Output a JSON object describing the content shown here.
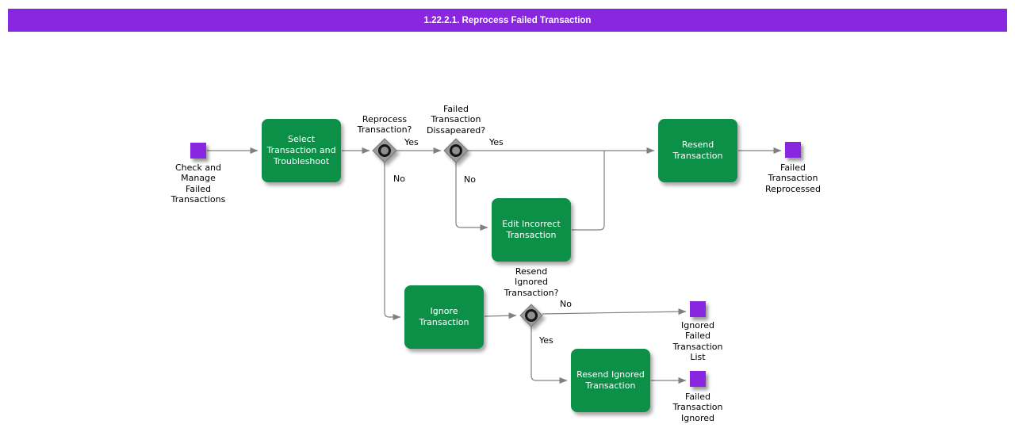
{
  "title": "1.22.2.1. Reprocess Failed Transaction",
  "colors": {
    "header_bar": "#8826E0",
    "event_square": "#8826E0",
    "task_box": "#0C9048",
    "connector_line": "#808080",
    "gateway_fill": "#9A9A9A",
    "text": "#000000",
    "task_text": "#ffffff"
  },
  "events": {
    "start": {
      "label": "Check and\nManage\nFailed\nTransactions"
    },
    "reprocessed": {
      "label": "Failed\nTransaction\nReprocessed"
    },
    "ignored_list": {
      "label": "Ignored\nFailed\nTransaction\nList"
    },
    "ignored": {
      "label": "Failed\nTransaction\nIgnored"
    }
  },
  "tasks": {
    "select": {
      "label": "Select\nTransaction and\nTroubleshoot"
    },
    "resend": {
      "label": "Resend\nTransaction"
    },
    "edit": {
      "label": "Edit Incorrect\nTransaction"
    },
    "ignore": {
      "label": "Ignore\nTransaction"
    },
    "resend_ignored": {
      "label": "Resend Ignored\nTransaction"
    }
  },
  "gateways": {
    "reprocess": {
      "label": "Reprocess\nTransaction?",
      "yes": "Yes",
      "no": "No"
    },
    "disappeared": {
      "label": "Failed\nTransaction\nDissapeared?",
      "yes": "Yes",
      "no": "No"
    },
    "resend_ignored": {
      "label": "Resend\nIgnored\nTransaction?",
      "yes": "Yes",
      "no": "No"
    }
  }
}
